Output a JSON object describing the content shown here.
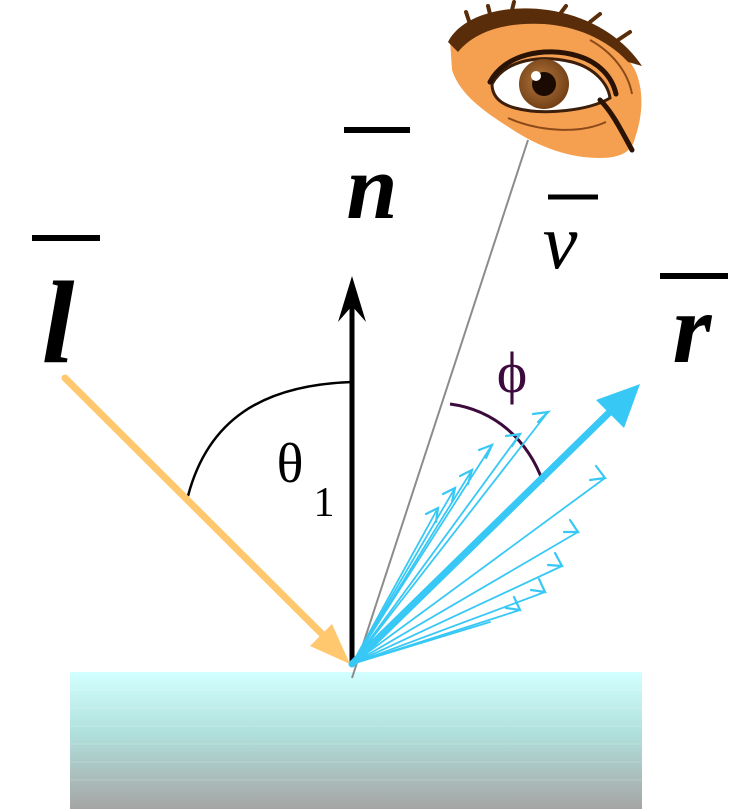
{
  "labels": {
    "normal": "n",
    "light": "l",
    "view": "v",
    "reflect": "r",
    "theta": "θ",
    "theta_sub": "1",
    "phi": "ϕ"
  },
  "colors": {
    "light_arrow": "#ffc86e",
    "normal_arrow": "#000000",
    "view_line": "#8c8c8c",
    "reflect_arrow": "#37c8f5",
    "phi_arc": "#3c0a3c",
    "theta_arc": "#000000",
    "surface_top": "#d2ffff",
    "surface_bottom": "#a5a5a5",
    "eye_skin": "#f5a050",
    "eye_brow": "#5a2d0a",
    "eye_iris": "#8c501e"
  },
  "icons": {
    "eye": "eye-icon"
  }
}
